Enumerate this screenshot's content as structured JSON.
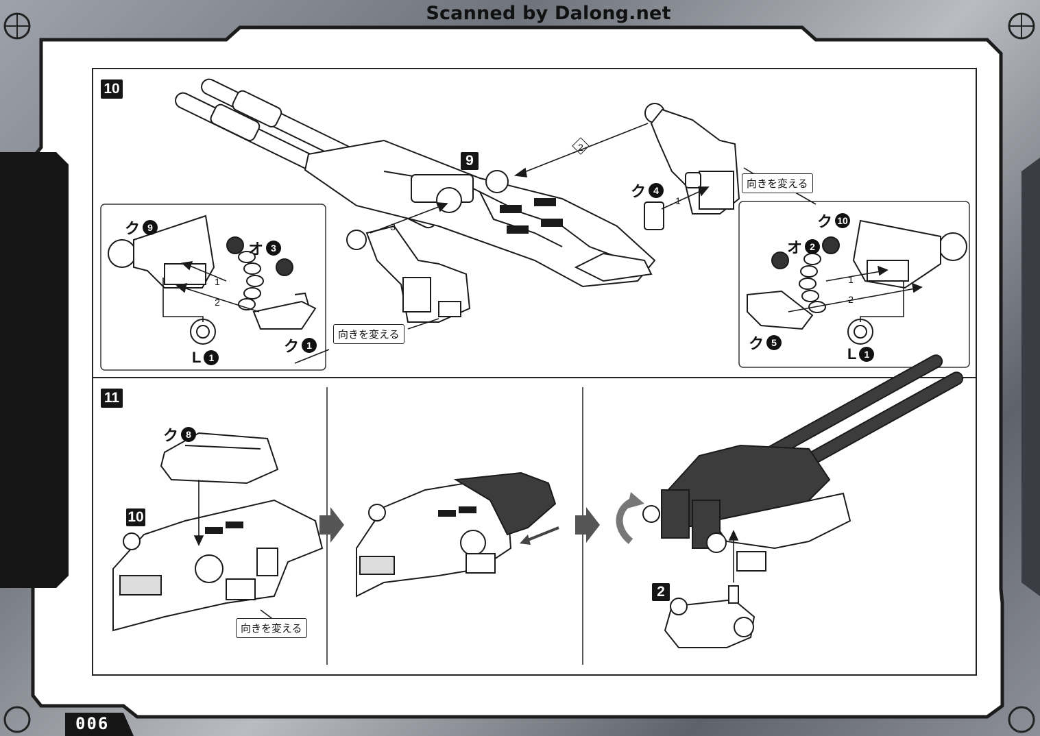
{
  "watermark": "Scanned by Dalong.net",
  "page_number": "006",
  "steps": {
    "step10": {
      "number": "10",
      "sub_step": "9",
      "callout": "向きを変える",
      "parts": {
        "main_k4": {
          "kana": "ク",
          "num": "4"
        },
        "left_k9": {
          "kana": "ク",
          "num": "9"
        },
        "left_o3": {
          "kana": "オ",
          "num": "3"
        },
        "left_k1": {
          "kana": "ク",
          "num": "1"
        },
        "left_l1": {
          "kana": "L",
          "num": "1"
        },
        "right_k10": {
          "kana": "ク",
          "num": "10"
        },
        "right_o2": {
          "kana": "オ",
          "num": "2"
        },
        "right_k5": {
          "kana": "ク",
          "num": "5"
        },
        "right_l1": {
          "kana": "L",
          "num": "1"
        }
      },
      "order_marks": {
        "one": "1",
        "two": "2",
        "three": "3"
      }
    },
    "step11": {
      "number": "11",
      "ref": "10",
      "sub_step": "2",
      "callout": "向きを変える",
      "parts": {
        "k8": {
          "kana": "ク",
          "num": "8"
        }
      }
    }
  },
  "colors": {
    "frame": "#222222",
    "panel": "#ffffff",
    "badge": "#151515",
    "part_dark": "#3c3c3c"
  }
}
